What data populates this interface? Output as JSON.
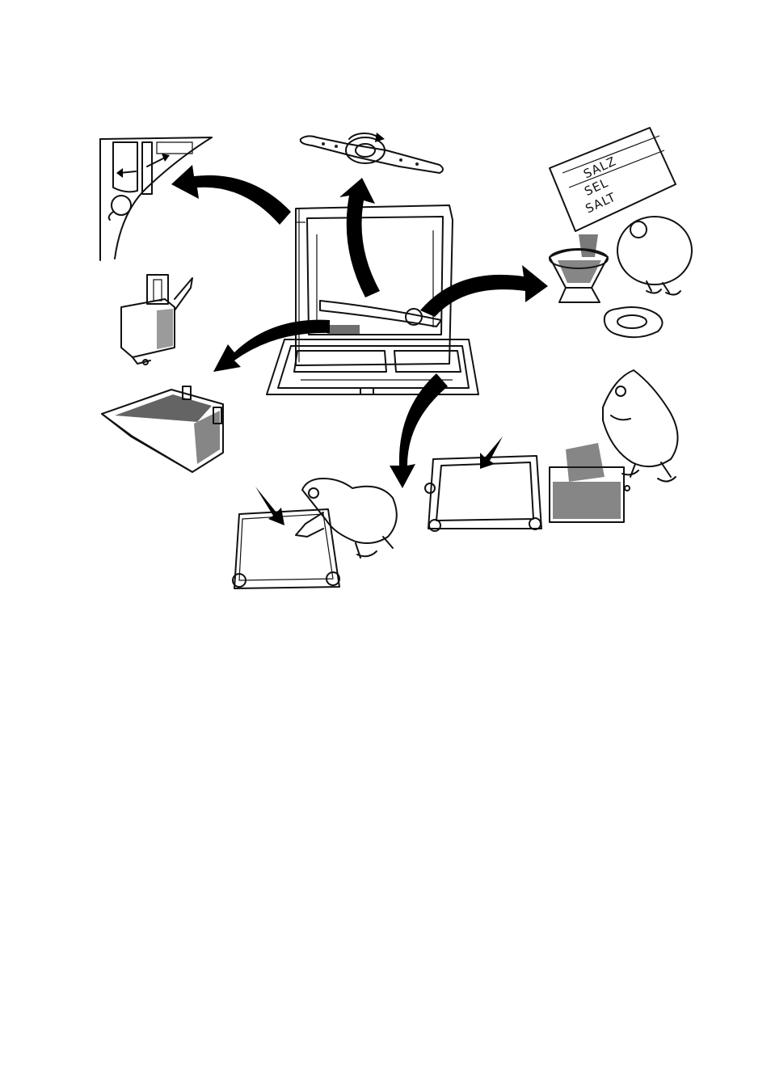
{
  "figure": {
    "salt_pack": {
      "labels": [
        "SALT",
        "SEL",
        "SALZ"
      ]
    }
  },
  "colors": {
    "ink": "#111111",
    "arrow": "#000000",
    "paper": "#ffffff"
  },
  "icons": [
    "dishwasher-open-illustration",
    "spray-arm-illustration",
    "salt-refill-illustration",
    "softener-refill-illustration",
    "filter-clean-illustration",
    "basket-illustration",
    "filter-cartridge-illustration",
    "detergent-dispenser-illustration"
  ]
}
